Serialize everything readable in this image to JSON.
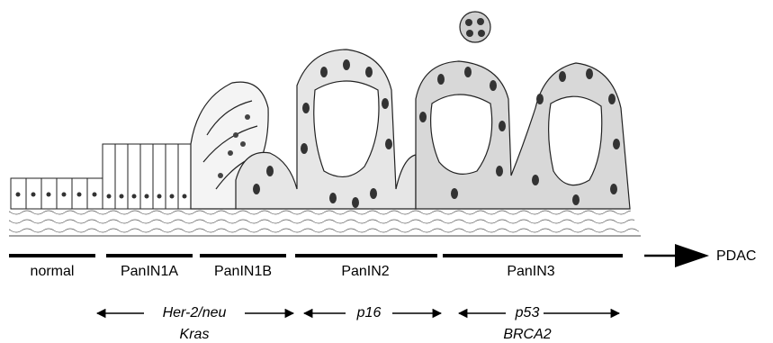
{
  "stages": [
    {
      "id": "normal",
      "label": "normal"
    },
    {
      "id": "panin1a",
      "label": "PanIN1A"
    },
    {
      "id": "panin1b",
      "label": "PanIN1B"
    },
    {
      "id": "panin2",
      "label": "PanIN2"
    },
    {
      "id": "panin3",
      "label": "PanIN3"
    }
  ],
  "endpoint": {
    "label": "PDAC"
  },
  "genes": [
    {
      "line1": "Her-2/neu",
      "line2": "Kras"
    },
    {
      "line1": "p16",
      "line2": ""
    },
    {
      "line1": "p53",
      "line2": "BRCA2"
    }
  ]
}
